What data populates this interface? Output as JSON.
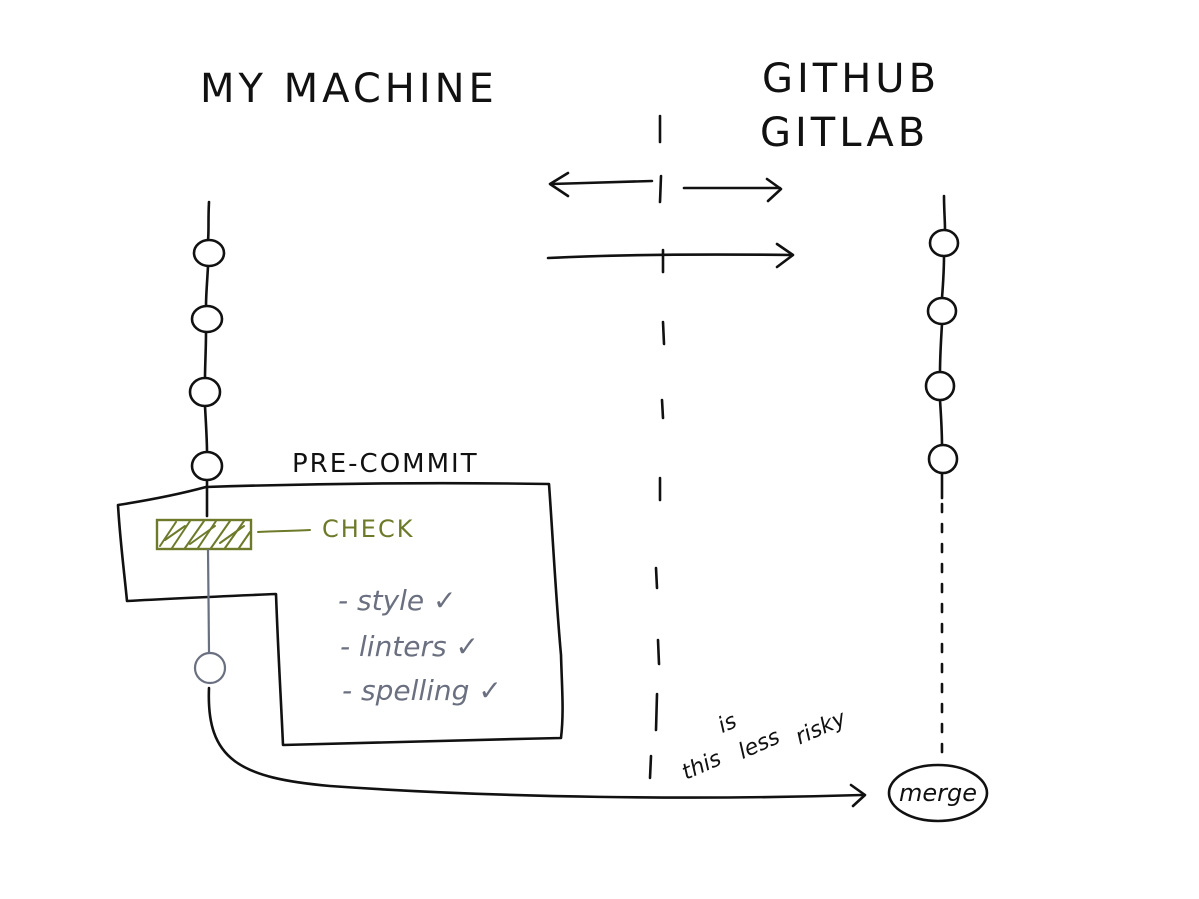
{
  "headings": {
    "local": "MY MACHINE",
    "remote_line1": "GITHUB",
    "remote_line2": "GITLAB"
  },
  "precommit": {
    "title": "PRE-COMMIT",
    "check_label": "CHECK",
    "checks": [
      "- style ✓",
      "- linters ✓",
      "- spelling ✓"
    ]
  },
  "note": {
    "word1": "this",
    "word2": "is",
    "word3": "less",
    "word4": "risky"
  },
  "merge_label": "merge",
  "colors": {
    "ink": "#111111",
    "check_accent": "#6e7a2a",
    "checklist_grey": "#6b7080"
  },
  "local_commits_shown": 5,
  "remote_commits_shown": 4
}
